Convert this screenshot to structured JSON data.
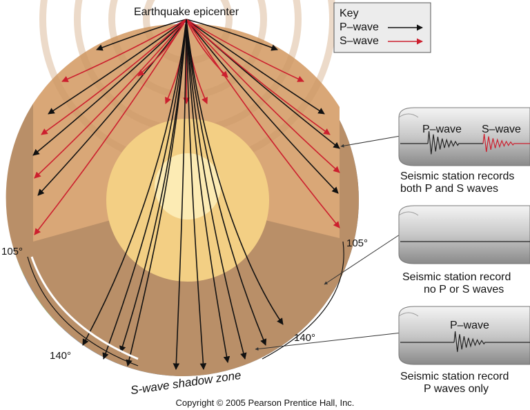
{
  "title": "Earthquake epicenter",
  "key": {
    "heading": "Key",
    "p_label": "P–wave",
    "s_label": "S–wave",
    "p_color": "#111111",
    "s_color": "#cc1f2e"
  },
  "angles": {
    "left_105": "105°",
    "right_105": "105°",
    "left_140": "140°",
    "right_140": "140°"
  },
  "shadow_zone_label": "S-wave shadow zone",
  "stations": [
    {
      "trace_labels": [
        "P–wave",
        "S–wave"
      ],
      "caption_line1": "Seismic station records",
      "caption_line2": "both P and S waves"
    },
    {
      "trace_labels": [],
      "caption_line1": "Seismic station record",
      "caption_line2": "no P or S waves"
    },
    {
      "trace_labels": [
        "P–wave"
      ],
      "caption_line1": "Seismic station record",
      "caption_line2": "P waves only"
    }
  ],
  "copyright": "Copyright © 2005 Pearson Prentice Hall, Inc.",
  "colors": {
    "mantle": "#d9a777",
    "mantle_shadow": "#b98f68",
    "outer_core": "#f6d58c",
    "inner_core": "#fcebb4",
    "ocean": "#7fa8cf",
    "land": "#8fbf6a"
  }
}
